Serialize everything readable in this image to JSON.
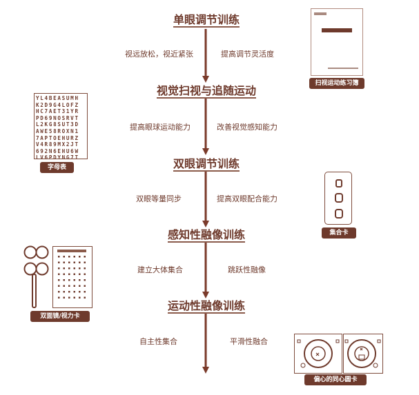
{
  "stages": [
    {
      "title": "单眼调节训练",
      "left": "视远放松，视近紧张",
      "right": "提高调节灵活度"
    },
    {
      "title": "视觉扫视与追随运动",
      "left": "提高眼球运动能力",
      "right": "改善视觉感知能力"
    },
    {
      "title": "双眼调节训练",
      "left": "双眼等量同步",
      "right": "提高双眼配合能力"
    },
    {
      "title": "感知性融像训练",
      "left": "建立大体集合",
      "right": "跳跃性融像"
    },
    {
      "title": "运动性融像训练",
      "left": "自主性集合",
      "right": "平滑性融合"
    }
  ],
  "tools": {
    "booklet": {
      "label": "扫视运动练习簿"
    },
    "letter_chart": {
      "label": "字母表",
      "rows": [
        "YL4BEASUMH",
        "K2D9G4LOFZ",
        "HC7AET31YR",
        "PD69NOSRVT",
        "L2KG8SUT3D",
        "AWE58ROXN1",
        "7APTOEHURZ",
        "V4R89MX2JT",
        "692N6EHU6W",
        "LV6PDYNG7T"
      ]
    },
    "convergence_card": {
      "label": "集合卡"
    },
    "flipper_chart": {
      "label": "双面镜/视力卡"
    },
    "eccentric_cards": {
      "label": "偏心的同心圆卡"
    }
  },
  "colors": {
    "brown": "#6e3a2c",
    "arrow": "#7a3a2a"
  }
}
